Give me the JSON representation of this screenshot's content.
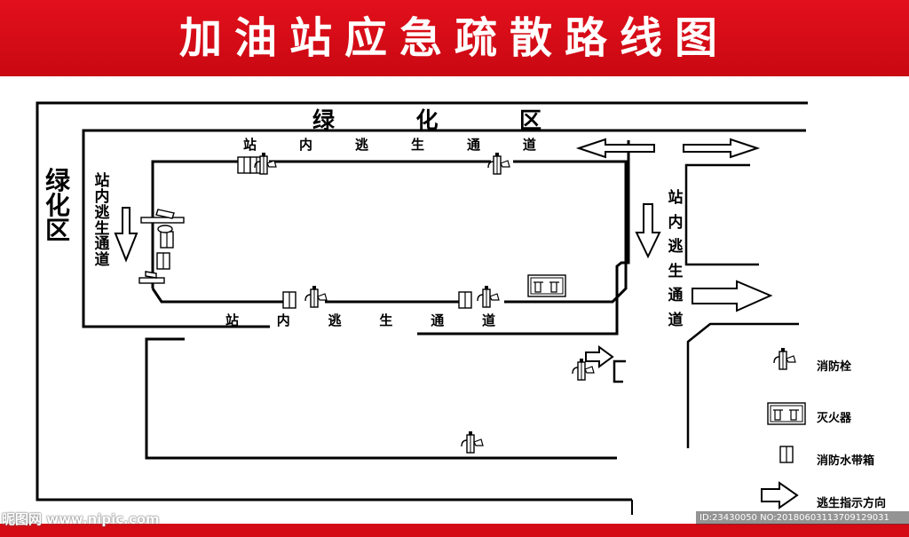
{
  "title": "加油站应急疏散路线图",
  "zones": {
    "green_top": "绿化区",
    "green_left": "绿化区"
  },
  "corridors": {
    "top": "站内逃生通道",
    "bottom": "站内逃生通道",
    "left": "站内逃生通道",
    "right": "站内逃生通道"
  },
  "legend": [
    {
      "icon": "fire-hydrant-icon",
      "label": "消防栓"
    },
    {
      "icon": "fire-extinguisher-icon",
      "label": "灭火器"
    },
    {
      "icon": "fire-hose-box-icon",
      "label": "消防水带箱"
    },
    {
      "icon": "escape-arrow-icon",
      "label": "逃生指示方向"
    }
  ],
  "watermark": {
    "site": "昵图网 www.nipic.com",
    "id": "ID:23430050 NO:20180603113709129031"
  },
  "colors": {
    "banner_red": "#d40a14",
    "line": "#000000",
    "background": "#ffffff"
  }
}
